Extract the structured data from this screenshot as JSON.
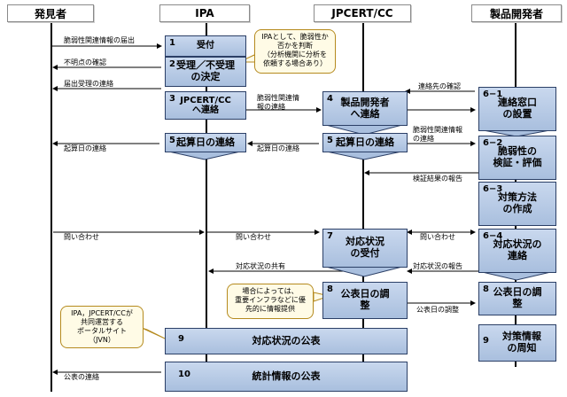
{
  "actors": [
    {
      "id": "reporter",
      "label": "発見者"
    },
    {
      "id": "ipa",
      "label": "IPA"
    },
    {
      "id": "jpcert",
      "label": "JPCERT/CC"
    },
    {
      "id": "developer",
      "label": "製品開発者"
    }
  ],
  "steps": {
    "s1": {
      "num": "1",
      "text": "受付"
    },
    "s2": {
      "num": "2",
      "text": "受理／不受理\nの決定"
    },
    "s3": {
      "num": "3",
      "text": "JPCERT/CC\nへ連絡"
    },
    "s4": {
      "num": "4",
      "text": "製品開発者\nへ連絡"
    },
    "s5a": {
      "num": "5",
      "text": "起算日の連絡"
    },
    "s5b": {
      "num": "5",
      "text": "起算日の連絡"
    },
    "s6_1": {
      "num": "6−1",
      "text": "連絡窓口\nの設置"
    },
    "s6_2": {
      "num": "6−2",
      "text": "脆弱性の\n検証・評価"
    },
    "s6_3": {
      "num": "6−3",
      "text": "対策方法\nの作成"
    },
    "s6_4": {
      "num": "6−4",
      "text": "対応状況の\n連絡"
    },
    "s7": {
      "num": "7",
      "text": "対応状況\nの受付"
    },
    "s8a": {
      "num": "8",
      "text": "公表日の調\n整"
    },
    "s8b": {
      "num": "8",
      "text": "公表日の調\n整"
    },
    "s9a": {
      "num": "9",
      "text": "対応状況の公表"
    },
    "s9b": {
      "num": "9",
      "text": "対策情報\nの周知"
    },
    "s10": {
      "num": "10",
      "text": "統計情報の公表"
    }
  },
  "arrows": {
    "a1": "脆弱性関連情報の届出",
    "a2": "不明点の確認",
    "a3": "届出受理の連絡",
    "a4": "脆弱性関連情\n報の連絡",
    "a5": "連絡先の確認",
    "a6": "脆弱性関連情報\nの連絡",
    "a7": "起算日の連絡",
    "a8": "起算日の連絡",
    "a9": "検証結果の報告",
    "a10": "問い合わせ",
    "a11": "問い合わせ",
    "a12": "問い合わせ",
    "a13": "対応状況の共有",
    "a14": "対応状況の報告",
    "a15": "公表日の調整",
    "a16": "公表の連絡"
  },
  "notes": {
    "n1": "IPAとして、脆弱性か\n否かを判断\n（分析機関に分析を\n依頼する場合あり）",
    "n2": "場合によっては、\n重要インフラなどに優\n先的に情報提供",
    "n3": "IPA，JPCERT/CCが\n共同運営する\nポータルサイト\n（JVN）"
  },
  "colors": {
    "box_fill": "#b8cbe6",
    "box_border": "#2b3f66",
    "note_border": "#b58a1e"
  }
}
